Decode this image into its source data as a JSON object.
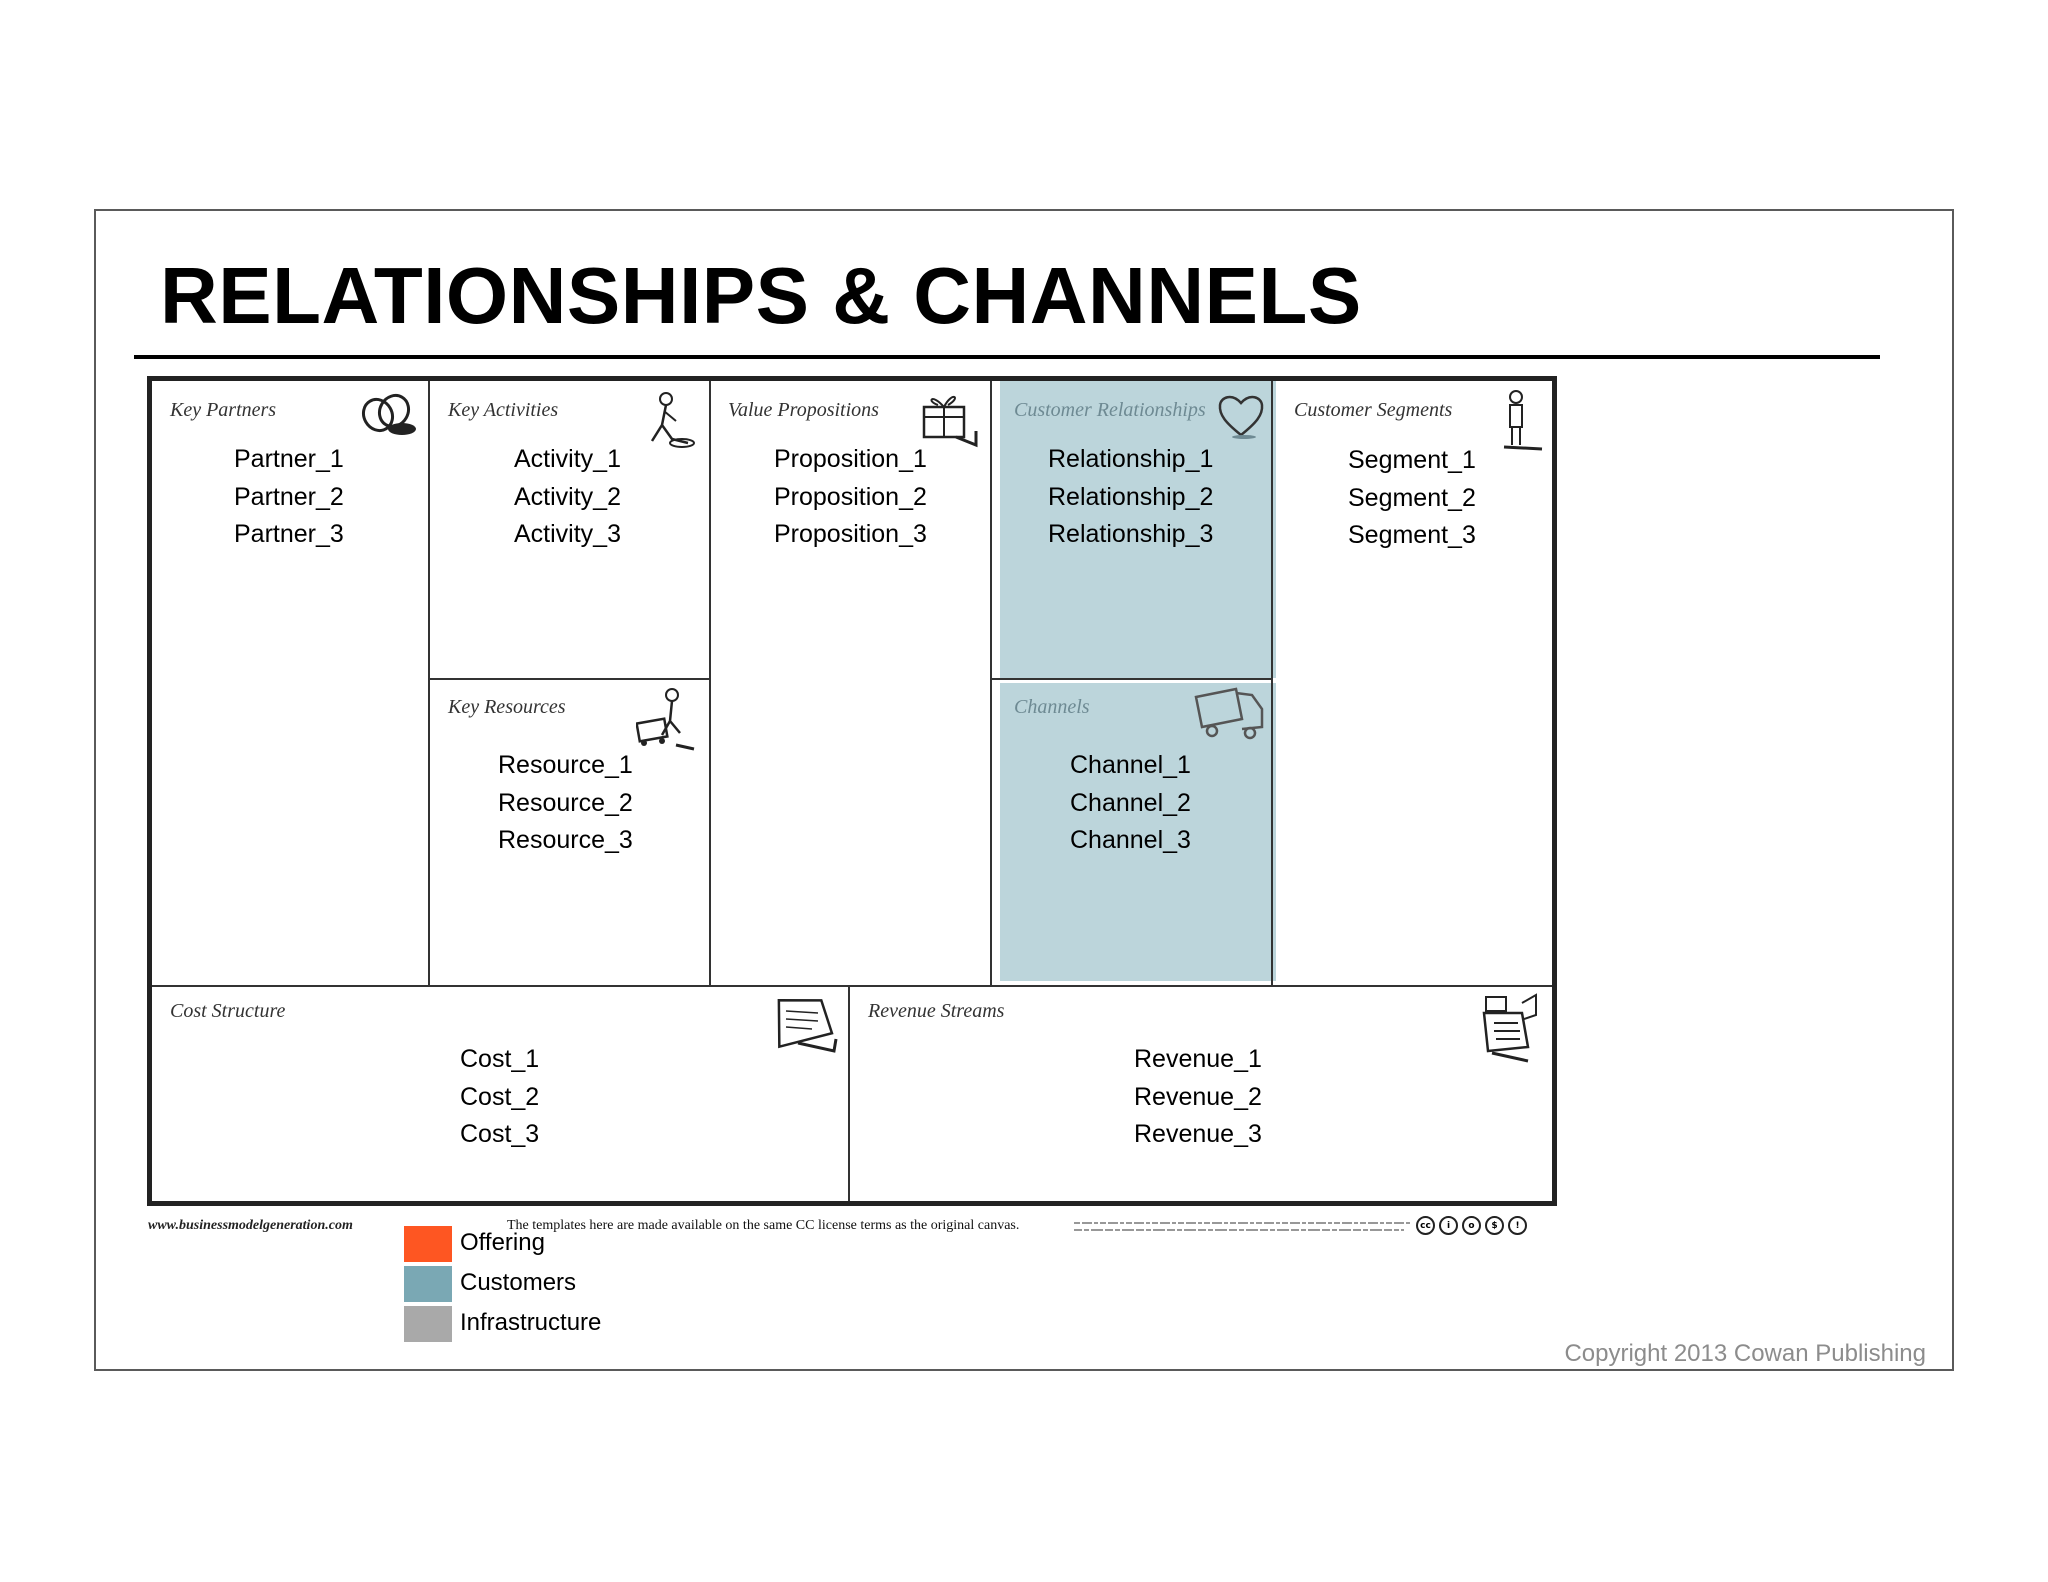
{
  "title": "RELATIONSHIPS & CHANNELS",
  "canvas": {
    "key_partners": {
      "label": "Key Partners",
      "items": [
        "Partner_1",
        "Partner_2",
        "Partner_3"
      ],
      "icon": "chain-links-icon"
    },
    "key_activities": {
      "label": "Key Activities",
      "items": [
        "Activity_1",
        "Activity_2",
        "Activity_3"
      ],
      "icon": "worker-icon"
    },
    "key_resources": {
      "label": "Key Resources",
      "items": [
        "Resource_1",
        "Resource_2",
        "Resource_3"
      ],
      "icon": "cart-worker-icon"
    },
    "value_propositions": {
      "label": "Value Propositions",
      "items": [
        "Proposition_1",
        "Proposition_2",
        "Proposition_3"
      ],
      "icon": "gift-box-icon"
    },
    "customer_relationships": {
      "label": "Customer Relationships",
      "items": [
        "Relationship_1",
        "Relationship_2",
        "Relationship_3"
      ],
      "icon": "heart-icon",
      "highlight": "#bcd5db"
    },
    "channels": {
      "label": "Channels",
      "items": [
        "Channel_1",
        "Channel_2",
        "Channel_3"
      ],
      "icon": "truck-icon",
      "highlight": "#bcd5db"
    },
    "customer_segments": {
      "label": "Customer Segments",
      "items": [
        "Segment_1",
        "Segment_2",
        "Segment_3"
      ],
      "icon": "person-icon"
    },
    "cost_structure": {
      "label": "Cost Structure",
      "items": [
        "Cost_1",
        "Cost_2",
        "Cost_3"
      ],
      "icon": "receipt-icon"
    },
    "revenue_streams": {
      "label": "Revenue Streams",
      "items": [
        "Revenue_1",
        "Revenue_2",
        "Revenue_3"
      ],
      "icon": "cash-register-icon"
    }
  },
  "footer": {
    "url": "www.businessmodelgeneration.com",
    "note": "The templates here are made available on the same CC license terms as the original canvas."
  },
  "legend": [
    {
      "label": "Offering",
      "color": "#fe5622"
    },
    {
      "label": "Customers",
      "color": "#7aa8b4"
    },
    {
      "label": "Infrastructure",
      "color": "#a9a9a9"
    }
  ],
  "copyright": "Copyright 2013 Cowan Publishing"
}
